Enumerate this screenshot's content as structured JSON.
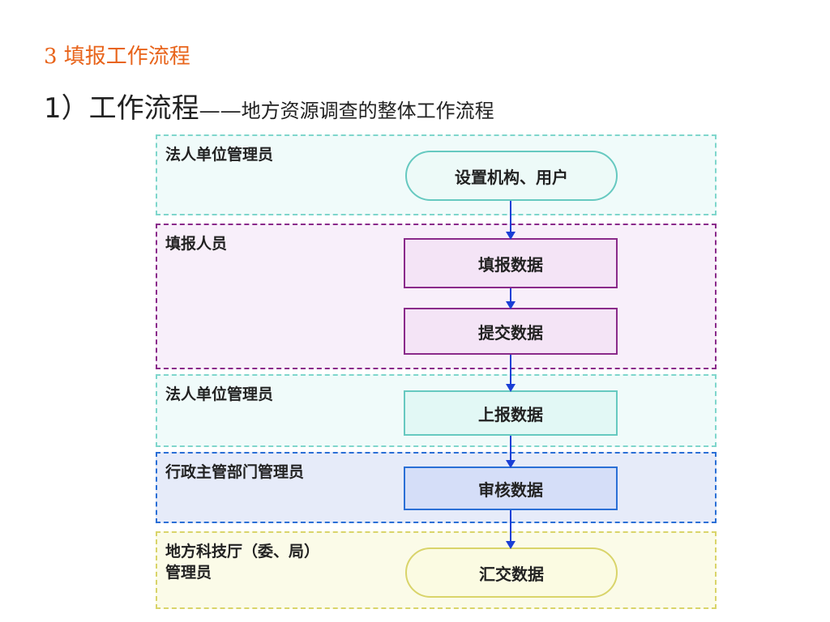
{
  "header": {
    "section_title": "3  填报工作流程",
    "subtitle_num": "1）",
    "subtitle_main": "工作流程",
    "subtitle_dash": "——",
    "subtitle_detail": "地方资源调查的整体工作流程"
  },
  "lanes": [
    {
      "label": "法人单位管理员",
      "label_line2": "",
      "border_color": "#7fd6cc",
      "fill_color": "#f0fbfa"
    },
    {
      "label": "填报人员",
      "label_line2": "",
      "border_color": "#8a2a8a",
      "fill_color": "#f8effa"
    },
    {
      "label": "法人单位管理员",
      "label_line2": "",
      "border_color": "#7fd6cc",
      "fill_color": "#f0fbfa"
    },
    {
      "label": "行政主管部门管理员",
      "label_line2": "",
      "border_color": "#2a6fd6",
      "fill_color": "#e6ebf9"
    },
    {
      "label": "地方科技厅（委、局）",
      "label_line2": "管理员",
      "border_color": "#d9d46a",
      "fill_color": "#fbfbe8"
    }
  ],
  "nodes": [
    {
      "label": "设置机构、用户",
      "shape": "pill",
      "border_color": "#66c9c0",
      "fill_color": "#edfaf8"
    },
    {
      "label": "填报数据",
      "shape": "rect",
      "border_color": "#8a2a8a",
      "fill_color": "#f4e4f6"
    },
    {
      "label": "提交数据",
      "shape": "rect",
      "border_color": "#8a2a8a",
      "fill_color": "#f4e4f6"
    },
    {
      "label": "上报数据",
      "shape": "rect",
      "border_color": "#66c9c0",
      "fill_color": "#e2f8f5"
    },
    {
      "label": "审核数据",
      "shape": "rect",
      "border_color": "#2a6fd6",
      "fill_color": "#d5def8"
    },
    {
      "label": "汇交数据",
      "shape": "pill",
      "border_color": "#d9d46a",
      "fill_color": "#fbfbe2"
    }
  ],
  "arrow_color": "#1a3fd6"
}
